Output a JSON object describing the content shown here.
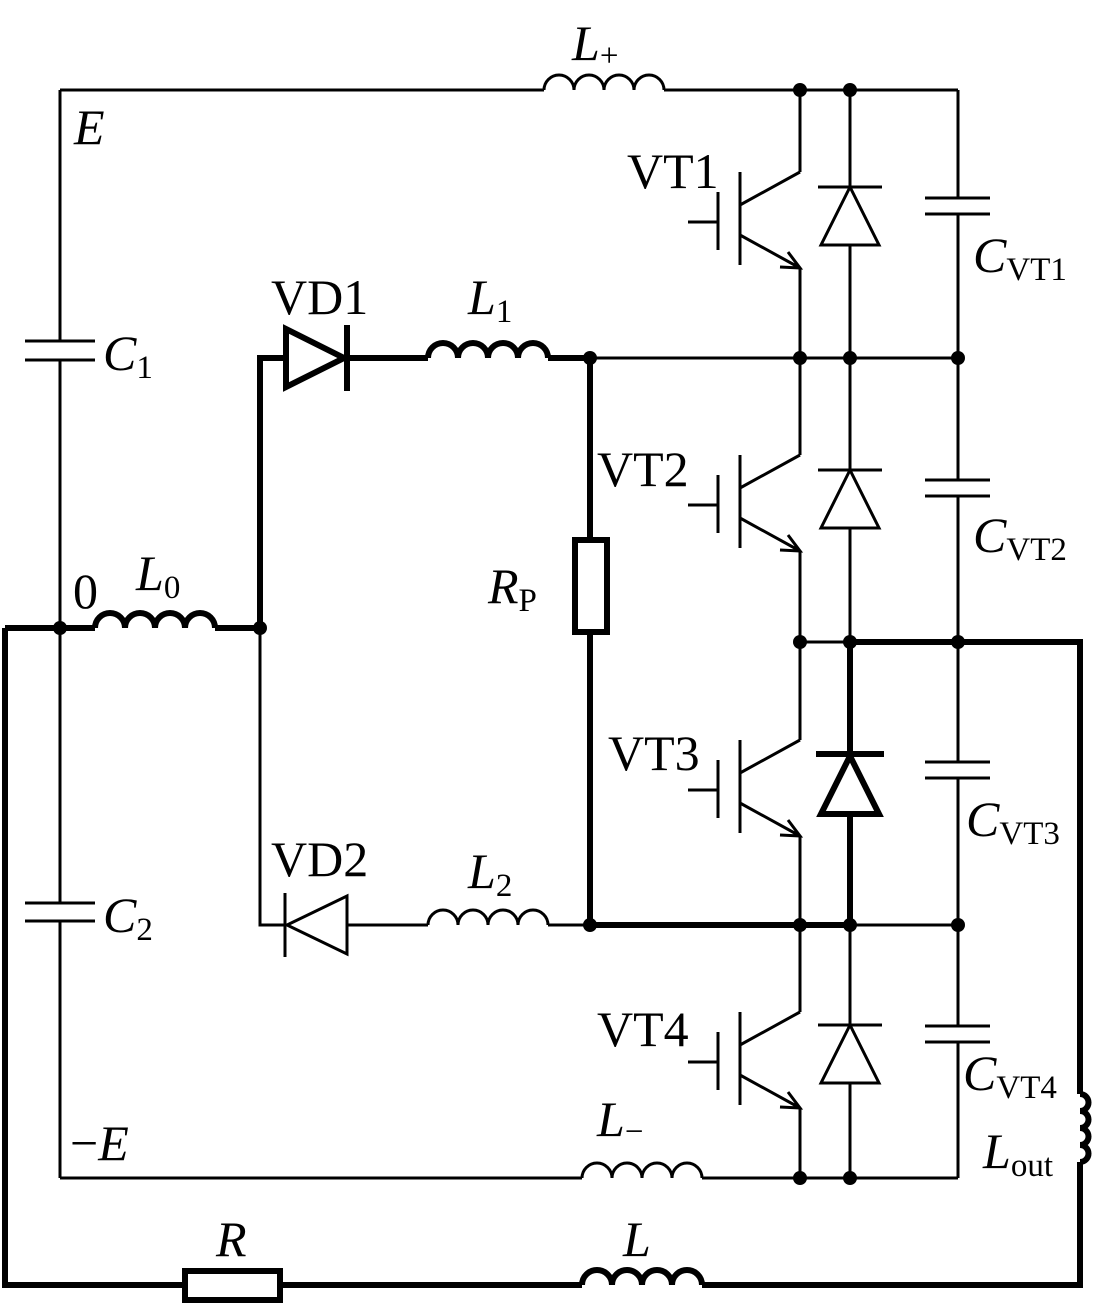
{
  "labels": {
    "e_top": "E",
    "zero": "0",
    "neg_e": {
      "sign": "−",
      "main": "E"
    },
    "l_plus": {
      "main": "L",
      "sub": "+"
    },
    "l_1": {
      "main": "L",
      "sub": "1"
    },
    "l_0": {
      "main": "L",
      "sub": "0"
    },
    "l_2": {
      "main": "L",
      "sub": "2"
    },
    "l_minus": {
      "main": "L",
      "sub": "−"
    },
    "l_out": {
      "main": "L",
      "sub": "out"
    },
    "l": "L",
    "r": "R",
    "r_p": {
      "main": "R",
      "sub": "P"
    },
    "c_1": {
      "main": "C",
      "sub": "1"
    },
    "c_2": {
      "main": "C",
      "sub": "2"
    },
    "c_vt1": {
      "main": "C",
      "sub": "VT1"
    },
    "c_vt2": {
      "main": "C",
      "sub": "VT2"
    },
    "c_vt3": {
      "main": "C",
      "sub": "VT3"
    },
    "c_vt4": {
      "main": "C",
      "sub": "VT4"
    },
    "vd1": "VD1",
    "vd2": "VD2",
    "vt1": "VT1",
    "vt2": "VT2",
    "vt3": "VT3",
    "vt4": "VT4"
  }
}
